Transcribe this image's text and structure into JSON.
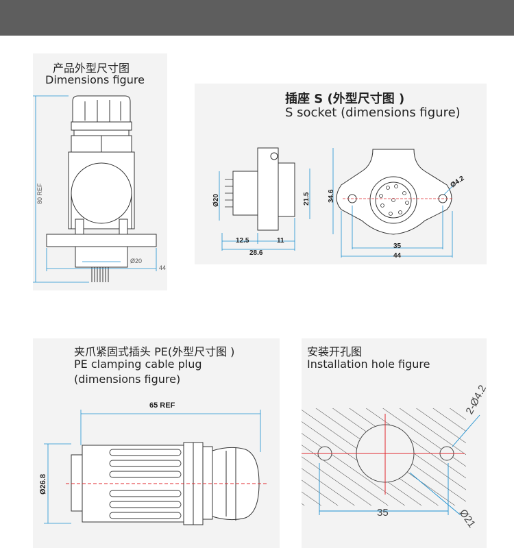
{
  "panel1": {
    "title_cn": "产品外型尺寸图",
    "title_en": "Dimensions figure",
    "dim_height": "80 REF",
    "dim_dia": "Ø20",
    "dim_width": "44"
  },
  "panel2": {
    "title_cn": "插座 S (外型尺寸图 )",
    "title_en": "S socket (dimensions figure)",
    "dim_dia": "Ø20",
    "dim_h": "21.5",
    "dim_a": "12.5",
    "dim_b": "11",
    "dim_total": "28.6",
    "dim_flange_h": "34.6",
    "dim_hole": "Ø4.2",
    "dim_pitch": "35",
    "dim_width": "44"
  },
  "panel3": {
    "title_cn": "夹爪紧固式插头 PE(外型尺寸图 )",
    "title_en_1": "PE clamping cable plug",
    "title_en_2": "(dimensions figure)",
    "dim_length": "65 REF",
    "dim_dia": "Ø26.8"
  },
  "panel4": {
    "title_cn": "安装开孔图",
    "title_en": "Installation hole figure",
    "dim_holes": "2-Ø4.2",
    "dim_pitch": "35",
    "dim_center": "Ø21"
  },
  "colors": {
    "topbar": "#5e5e5e",
    "panel_bg": "#f3f3f3",
    "dimension_line": "#1a8fd0",
    "center_line": "#e0282f"
  }
}
